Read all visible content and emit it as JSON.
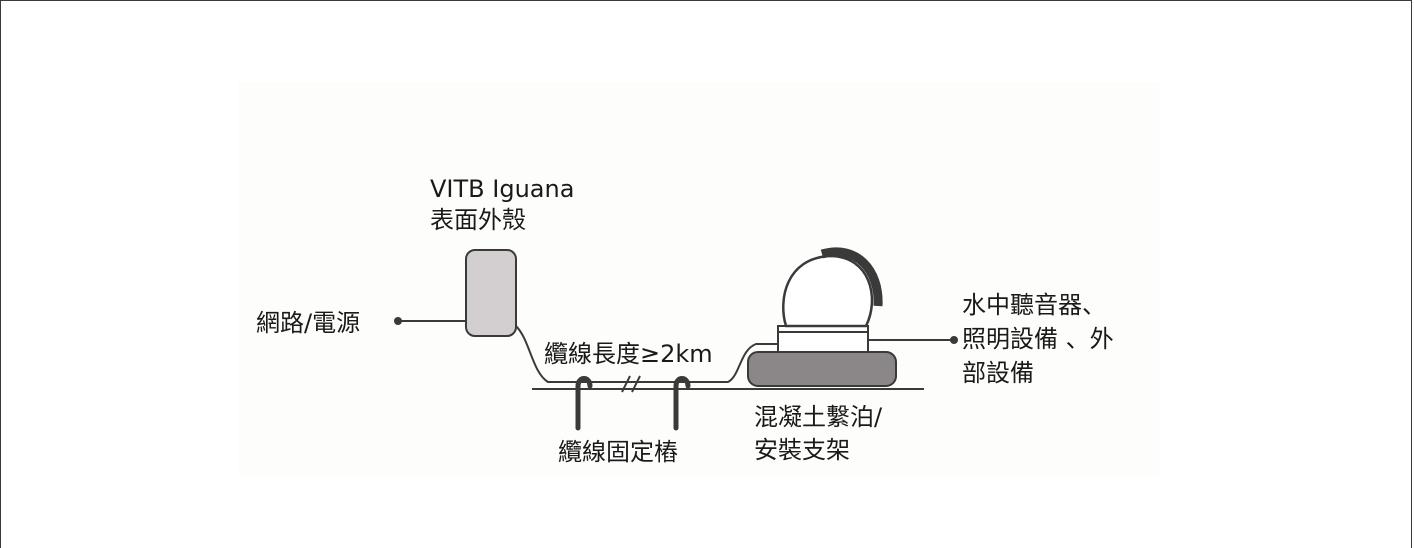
{
  "labels": {
    "enclosure_line1": "VITB Iguana",
    "enclosure_line2": "表面外殼",
    "network_power": "網路/電源",
    "cable_length": "纜線長度≥2km",
    "cable_stake": "纜線固定樁",
    "mooring_line1": "混凝土繫泊/",
    "mooring_line2": "安裝支架",
    "devices_line1": "水中聽音器、",
    "devices_line2": "照明設備 、外",
    "devices_line3": "部設備"
  },
  "colors": {
    "enclosure_fill": "#d3cfd1",
    "base_fill": "#8b8788",
    "line": "#3a3a3a",
    "text": "#1a1a1a"
  }
}
